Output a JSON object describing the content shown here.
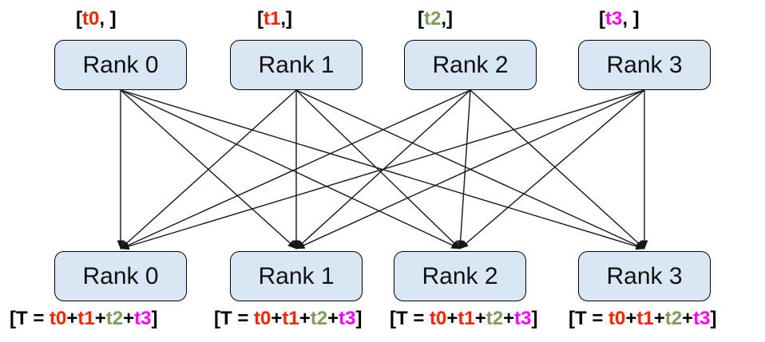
{
  "diagram": {
    "description": "All-to-all communication between four ranks: each top rank sends its time value to every bottom rank, which sums them",
    "colors": {
      "text": "#000000",
      "line": "#161616",
      "arrow": "#161616",
      "box_fill": "#d9e7f5",
      "box_border": "#000000",
      "t0": "#ff2200",
      "t1": "#ff2200",
      "t2": "#7a9e5c",
      "t3": "#ff00ff"
    },
    "top_nodes": [
      {
        "id": "top-rank-0",
        "label": "Rank 0",
        "annotation": [
          {
            "text": "[",
            "color": "text"
          },
          {
            "text": "t0",
            "color": "t0"
          },
          {
            "text": ", ]",
            "color": "text"
          }
        ]
      },
      {
        "id": "top-rank-1",
        "label": "Rank 1",
        "annotation": [
          {
            "text": "[",
            "color": "text"
          },
          {
            "text": "t1",
            "color": "t1"
          },
          {
            "text": ",]",
            "color": "text"
          }
        ]
      },
      {
        "id": "top-rank-2",
        "label": "Rank 2",
        "annotation": [
          {
            "text": "[",
            "color": "text"
          },
          {
            "text": "t2",
            "color": "t2"
          },
          {
            "text": ",]",
            "color": "text"
          }
        ]
      },
      {
        "id": "top-rank-3",
        "label": "Rank 3",
        "annotation": [
          {
            "text": "[",
            "color": "text"
          },
          {
            "text": "t3",
            "color": "t3"
          },
          {
            "text": ", ]",
            "color": "text"
          }
        ]
      }
    ],
    "bottom_nodes": [
      {
        "id": "bottom-rank-0",
        "label": "Rank 0",
        "annotation": [
          {
            "text": "[T = ",
            "color": "text"
          },
          {
            "text": "t0",
            "color": "t0"
          },
          {
            "text": "+",
            "color": "text"
          },
          {
            "text": "t1",
            "color": "t1"
          },
          {
            "text": "+",
            "color": "text"
          },
          {
            "text": "t2",
            "color": "t2"
          },
          {
            "text": "+",
            "color": "text"
          },
          {
            "text": "t3",
            "color": "t3"
          },
          {
            "text": "]",
            "color": "text"
          }
        ]
      },
      {
        "id": "bottom-rank-1",
        "label": "Rank 1",
        "annotation": [
          {
            "text": "[T = ",
            "color": "text"
          },
          {
            "text": "t0",
            "color": "t0"
          },
          {
            "text": "+",
            "color": "text"
          },
          {
            "text": "t1",
            "color": "t1"
          },
          {
            "text": "+",
            "color": "text"
          },
          {
            "text": "t2",
            "color": "t2"
          },
          {
            "text": "+",
            "color": "text"
          },
          {
            "text": "t3",
            "color": "t3"
          },
          {
            "text": "]",
            "color": "text"
          }
        ]
      },
      {
        "id": "bottom-rank-2",
        "label": "Rank 2",
        "annotation": [
          {
            "text": "[T = ",
            "color": "text"
          },
          {
            "text": "t0",
            "color": "t0"
          },
          {
            "text": "+",
            "color": "text"
          },
          {
            "text": "t1",
            "color": "t1"
          },
          {
            "text": "+",
            "color": "text"
          },
          {
            "text": "t2",
            "color": "t2"
          },
          {
            "text": "+",
            "color": "text"
          },
          {
            "text": "t3",
            "color": "t3"
          },
          {
            "text": "]",
            "color": "text"
          }
        ]
      },
      {
        "id": "bottom-rank-3",
        "label": "Rank 3",
        "annotation": [
          {
            "text": "[T = ",
            "color": "text"
          },
          {
            "text": "t0",
            "color": "t0"
          },
          {
            "text": "+",
            "color": "text"
          },
          {
            "text": "t1",
            "color": "t1"
          },
          {
            "text": "+",
            "color": "text"
          },
          {
            "text": "t2",
            "color": "t2"
          },
          {
            "text": "+",
            "color": "text"
          },
          {
            "text": "t3",
            "color": "t3"
          },
          {
            "text": "]",
            "color": "text"
          }
        ]
      }
    ],
    "edges": [
      [
        0,
        0
      ],
      [
        0,
        1
      ],
      [
        0,
        2
      ],
      [
        0,
        3
      ],
      [
        1,
        0
      ],
      [
        1,
        1
      ],
      [
        1,
        2
      ],
      [
        1,
        3
      ],
      [
        2,
        0
      ],
      [
        2,
        1
      ],
      [
        2,
        2
      ],
      [
        2,
        3
      ],
      [
        3,
        0
      ],
      [
        3,
        1
      ],
      [
        3,
        2
      ],
      [
        3,
        3
      ]
    ]
  }
}
